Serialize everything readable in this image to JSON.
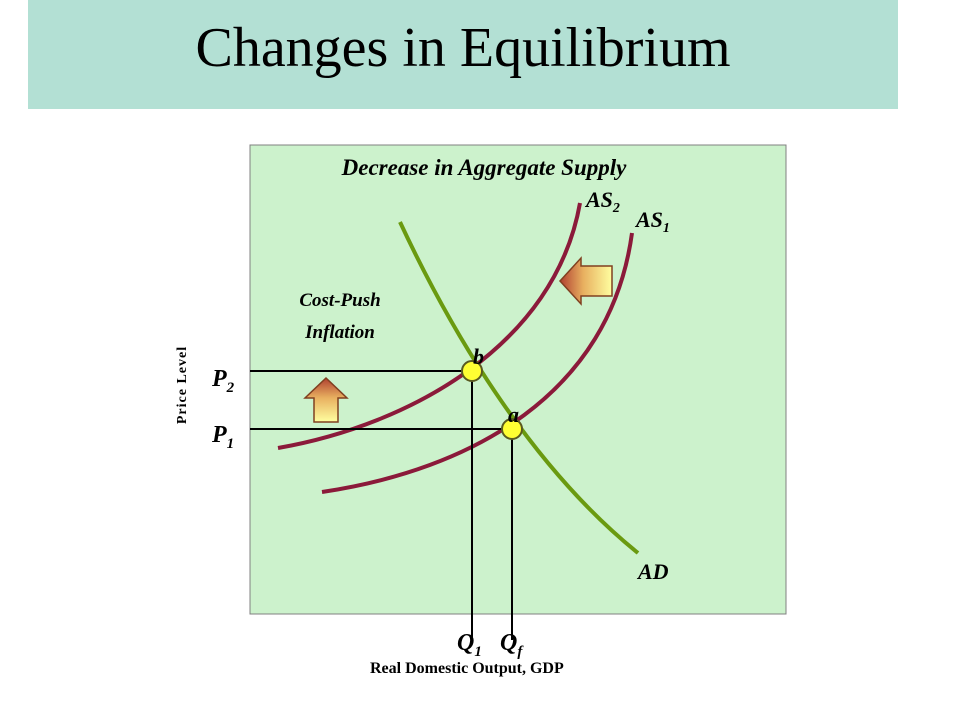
{
  "slide": {
    "title": "Changes in Equilibrium",
    "colors": {
      "title_band": "#b3e0d4",
      "plot_bg": "#ccf2cc",
      "supply_curve": "#8b1a3a",
      "demand_curve": "#6a9a10",
      "point_fill": "#ffff33"
    }
  },
  "diagram": {
    "subtitle": "Decrease in Aggregate Supply",
    "annotation_line1": "Cost-Push",
    "annotation_line2": "Inflation",
    "y_axis_label": "Price Level",
    "x_axis_label": "Real Domestic Output, GDP",
    "curves": {
      "as2": {
        "base": "AS",
        "sub": "2"
      },
      "as1": {
        "base": "AS",
        "sub": "1"
      },
      "ad": {
        "label": "AD"
      }
    },
    "points": {
      "b": "b",
      "a": "a"
    },
    "price_levels": {
      "p2": {
        "base": "P",
        "sub": "2"
      },
      "p1": {
        "base": "P",
        "sub": "1"
      }
    },
    "quantities": {
      "q1": {
        "base": "Q",
        "sub": "1"
      },
      "qf": {
        "base": "Q",
        "sub": "f"
      }
    },
    "icons": [
      "left-arrow-icon",
      "up-arrow-icon"
    ]
  }
}
